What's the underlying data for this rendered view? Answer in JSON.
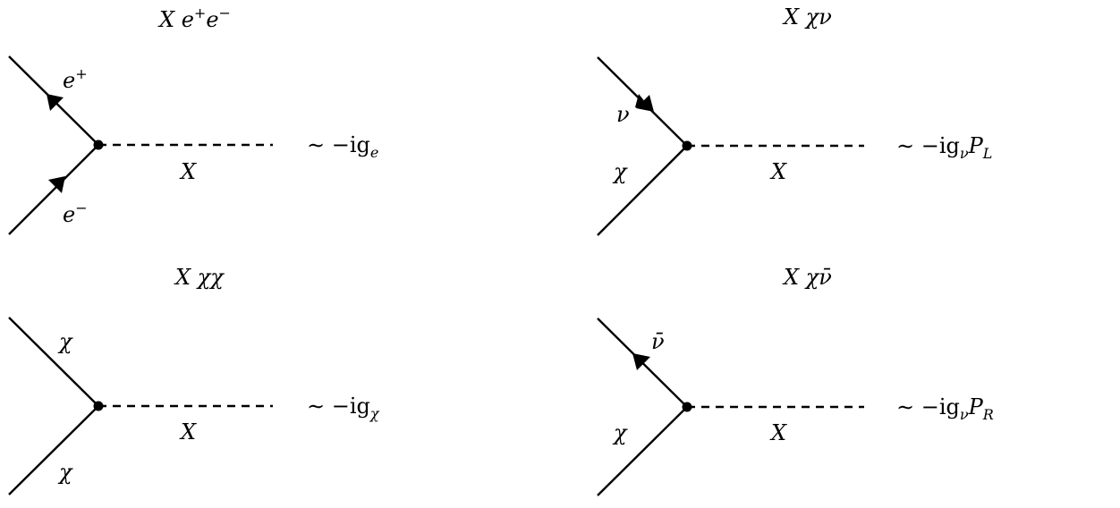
{
  "colors": {
    "ink": "#000000",
    "background": "#ffffff"
  },
  "diagrams": [
    {
      "name": "X e+ e- vertex",
      "title": {
        "main": "X e",
        "sup1": "+",
        "mid": "e",
        "sup2": "−"
      },
      "upper_leg_label": {
        "base": "e",
        "sup": "+"
      },
      "lower_leg_label": {
        "base": "e",
        "sup": "−"
      },
      "mediator_label": "X",
      "coupling": {
        "prefix": "∼ −ig",
        "sub": "e",
        "suffix": "",
        "suffix_sub": ""
      },
      "upper_arrow": "outgoing",
      "lower_arrow": "incoming"
    },
    {
      "name": "X chi nu vertex",
      "title": {
        "main": "X χν"
      },
      "upper_leg_label": {
        "base": "ν"
      },
      "lower_leg_label": {
        "base": "χ"
      },
      "mediator_label": "X",
      "coupling": {
        "prefix": "∼ −ig",
        "sub": "ν",
        "suffix": "P",
        "suffix_sub": "L"
      },
      "upper_arrow": "incoming",
      "lower_arrow": "none"
    },
    {
      "name": "X chi chi vertex",
      "title": {
        "main": "X χχ"
      },
      "upper_leg_label": {
        "base": "χ"
      },
      "lower_leg_label": {
        "base": "χ"
      },
      "mediator_label": "X",
      "coupling": {
        "prefix": "∼ −ig",
        "sub": "χ",
        "suffix": "",
        "suffix_sub": ""
      },
      "upper_arrow": "none",
      "lower_arrow": "none"
    },
    {
      "name": "X chi nu-bar vertex",
      "title": {
        "main": "X χν̄"
      },
      "upper_leg_label": {
        "base": "ν̄"
      },
      "lower_leg_label": {
        "base": "χ"
      },
      "mediator_label": "X",
      "coupling": {
        "prefix": "∼ −ig",
        "sub": "ν",
        "suffix": "P",
        "suffix_sub": "R"
      },
      "upper_arrow": "outgoing",
      "lower_arrow": "none"
    }
  ]
}
